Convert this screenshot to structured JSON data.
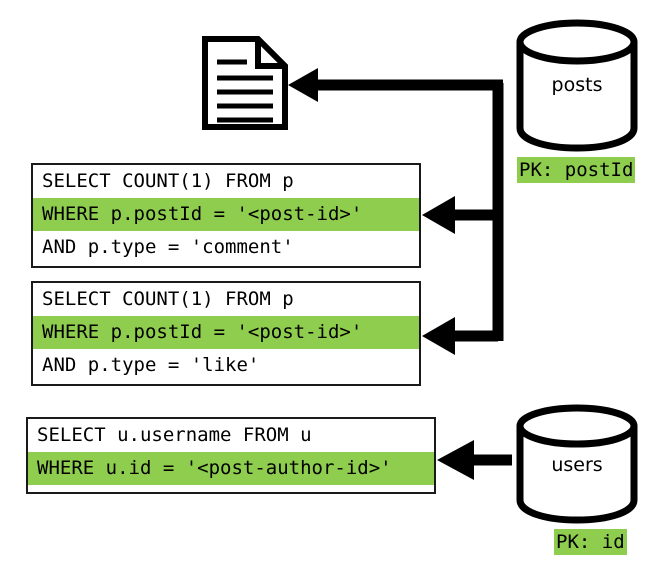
{
  "diagram": {
    "title": "post-detail-query-fanout",
    "colors": {
      "highlight_green": "#8ECD4D",
      "stroke_black": "#000000",
      "background": "#FFFFFF"
    },
    "document_node": {
      "name": "document-icon",
      "line_count": 5
    },
    "queries": [
      {
        "id": "comment-count-query",
        "lines": [
          {
            "text": "SELECT COUNT(1) FROM p",
            "highlighted": false
          },
          {
            "text": "WHERE p.postId = '<post-id>'",
            "highlighted": true
          },
          {
            "text": "AND p.type = 'comment'",
            "highlighted": false
          }
        ]
      },
      {
        "id": "like-count-query",
        "lines": [
          {
            "text": "SELECT COUNT(1) FROM p",
            "highlighted": false
          },
          {
            "text": "WHERE p.postId = '<post-id>'",
            "highlighted": true
          },
          {
            "text": "AND p.type = 'like'",
            "highlighted": false
          }
        ]
      },
      {
        "id": "author-username-query",
        "lines": [
          {
            "text": "SELECT u.username FROM u",
            "highlighted": false
          },
          {
            "text": "WHERE u.id = '<post-author-id>'",
            "highlighted": true
          }
        ]
      }
    ],
    "databases": [
      {
        "id": "posts-db",
        "label": "posts",
        "pk_label": "PK: postId"
      },
      {
        "id": "users-db",
        "label": "users",
        "pk_label": "PK: id"
      }
    ]
  }
}
